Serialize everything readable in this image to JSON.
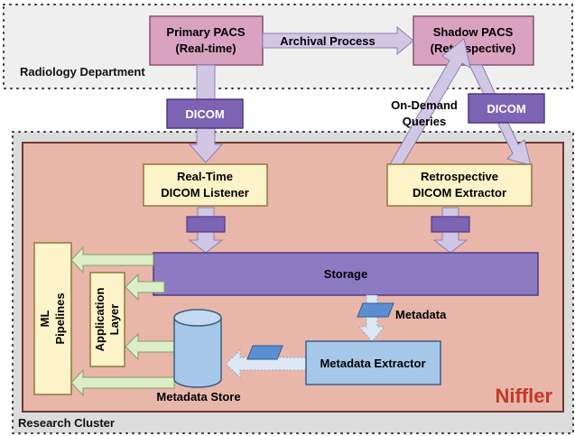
{
  "regions": {
    "radiology": {
      "label": "Radiology Department"
    },
    "research": {
      "label": "Research Cluster"
    },
    "niffler": {
      "label": "Niffler"
    }
  },
  "nodes": {
    "primary_pacs": {
      "line1": "Primary PACS",
      "line2": "(Real-time)"
    },
    "shadow_pacs": {
      "line1": "Shadow PACS",
      "line2": "(Retrospective)"
    },
    "realtime_listener": {
      "line1": "Real-Time",
      "line2": "DICOM Listener"
    },
    "retro_extractor": {
      "line1": "Retrospective",
      "line2": "DICOM Extractor"
    },
    "storage": {
      "label": "Storage"
    },
    "ml_pipelines": {
      "line1": "ML",
      "line2": "Pipelines"
    },
    "application_layer": {
      "line1": "Application",
      "line2": "Layer"
    },
    "metadata_store": {
      "label": "Metadata Store"
    },
    "metadata_extractor": {
      "label": "Metadata Extractor"
    }
  },
  "edges": {
    "archival_process": "Archival Process",
    "dicom_left": "DICOM",
    "dicom_right": "DICOM",
    "on_demand_line1": "On-Demand",
    "on_demand_line2": "Queries",
    "metadata": "Metadata"
  },
  "colors": {
    "pacs_fill": "#d9a2c0",
    "pacs_stroke": "#8c4f73",
    "niffler_fill": "#e9b6aa",
    "component_fill": "#fdf3c8",
    "dicom_fill": "#7d63b4",
    "storage_fill": "#8c7bc3",
    "extractor_fill": "#a6c8e8",
    "arrow_fill": "#d1c7e4",
    "green_arrow": "#dcedc8",
    "niffler_text": "#c0392b"
  }
}
